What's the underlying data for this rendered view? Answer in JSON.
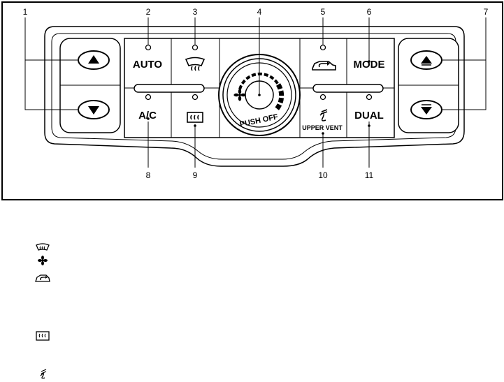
{
  "callouts": [
    "1",
    "2",
    "3",
    "4",
    "5",
    "6",
    "7",
    "8",
    "9",
    "10",
    "11"
  ],
  "buttons": {
    "auto": "AUTO",
    "mode": "MODE",
    "ac": "A/C",
    "dual": "DUAL",
    "upper_vent": "UPPER VENT",
    "push_off": "PUSH OFF"
  },
  "legend_icons": [
    "front-defroster-icon",
    "fan-icon",
    "air-recirculation-icon",
    "rear-defroster-icon",
    "upper-vent-icon"
  ]
}
